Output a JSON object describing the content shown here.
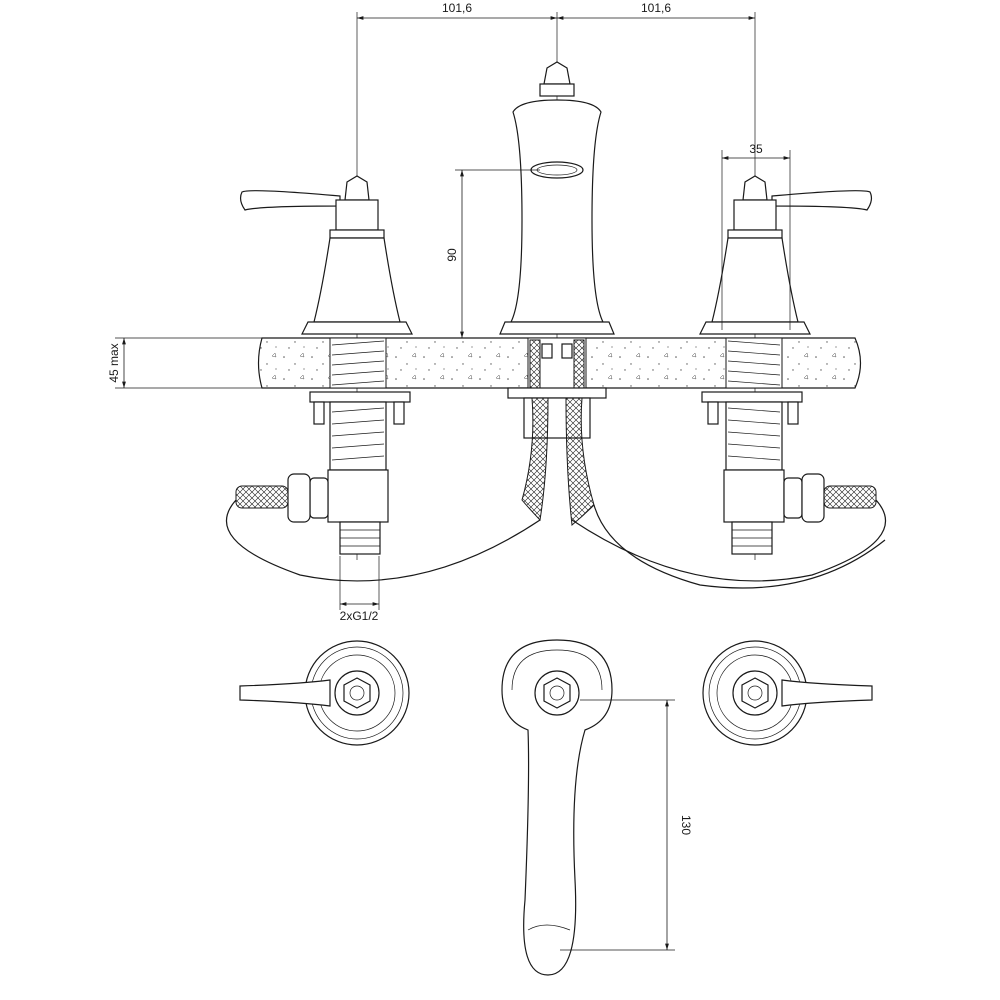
{
  "dimensions": {
    "left_spacing": "101,6",
    "right_spacing": "101,6",
    "handle_width": "35",
    "spout_height": "90",
    "counter_thickness": "45 max",
    "connection": "2xG1/2",
    "spout_reach": "130"
  }
}
